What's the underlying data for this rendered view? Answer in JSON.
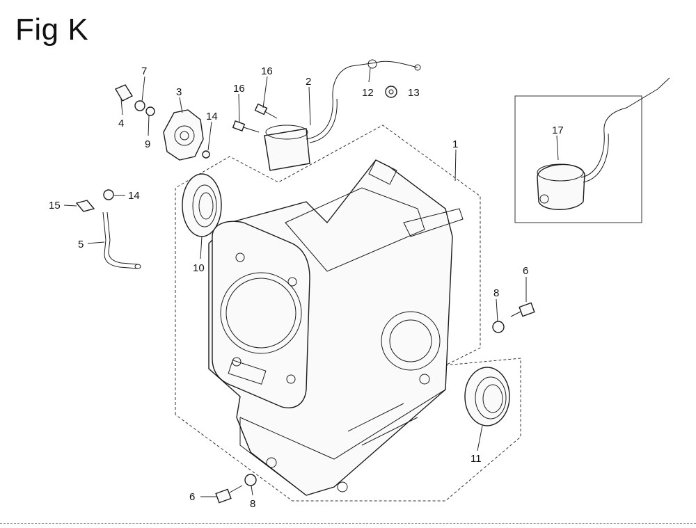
{
  "figure": {
    "title": "Fig K"
  },
  "callouts": [
    {
      "id": "c7",
      "label": "7"
    },
    {
      "id": "c3",
      "label": "3"
    },
    {
      "id": "c4",
      "label": "4"
    },
    {
      "id": "c9",
      "label": "9"
    },
    {
      "id": "c14a",
      "label": "14"
    },
    {
      "id": "c16a",
      "label": "16"
    },
    {
      "id": "c16b",
      "label": "16"
    },
    {
      "id": "c2",
      "label": "2"
    },
    {
      "id": "c12",
      "label": "12"
    },
    {
      "id": "c13",
      "label": "13"
    },
    {
      "id": "c1",
      "label": "1"
    },
    {
      "id": "c17",
      "label": "17"
    },
    {
      "id": "c15",
      "label": "15"
    },
    {
      "id": "c14b",
      "label": "14"
    },
    {
      "id": "c5",
      "label": "5"
    },
    {
      "id": "c10",
      "label": "10"
    },
    {
      "id": "c6a",
      "label": "6"
    },
    {
      "id": "c8a",
      "label": "8"
    },
    {
      "id": "c11",
      "label": "11"
    },
    {
      "id": "c6b",
      "label": "6"
    },
    {
      "id": "c8b",
      "label": "8"
    }
  ]
}
